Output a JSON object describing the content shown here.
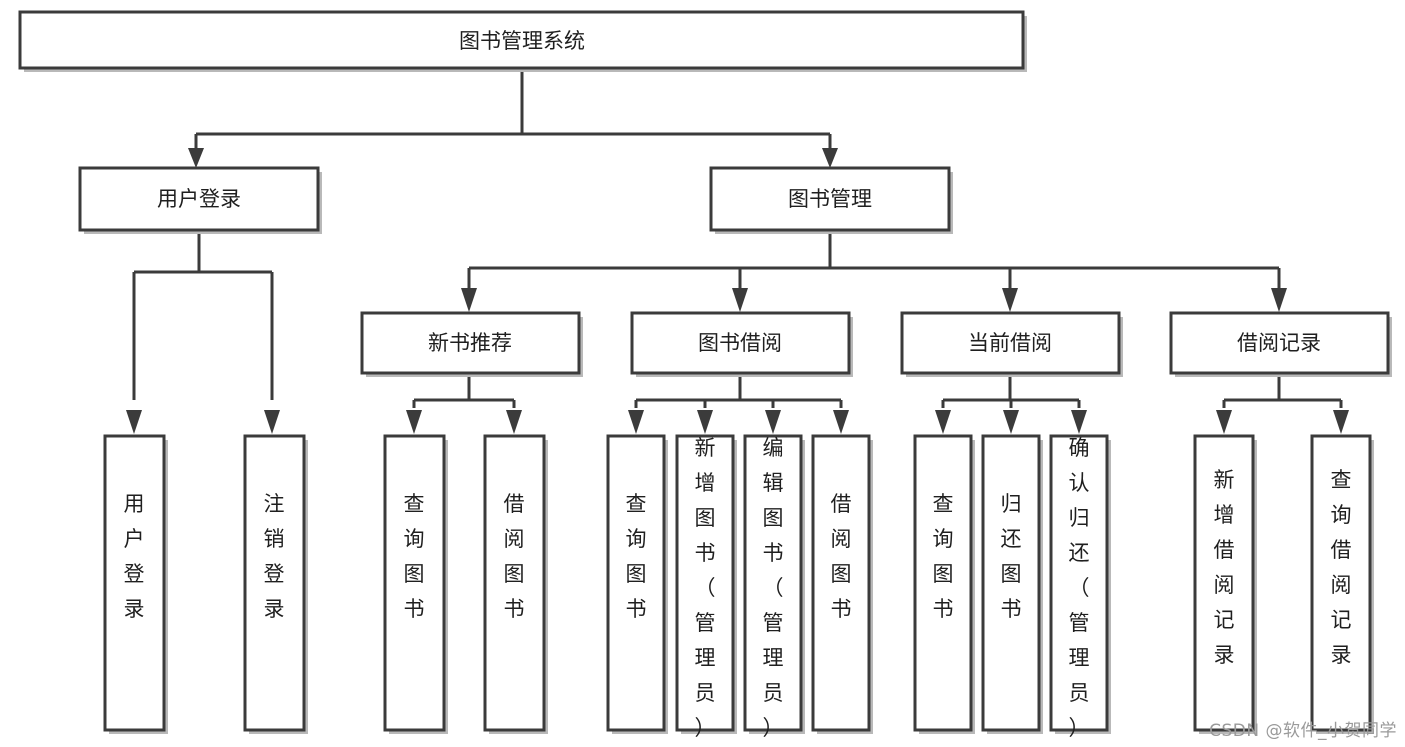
{
  "diagram": {
    "type": "tree-hierarchy",
    "title": "图书管理系统",
    "watermark": "CSDN @软件_小贺同学",
    "colors": {
      "stroke": "#3b3b3b",
      "fill": "#ffffff",
      "text": "#1f1f1f",
      "shadow": "#b9b9b9",
      "watermark": "#9a9a9a"
    },
    "levels": {
      "root": {
        "label": "图书管理系统"
      },
      "level2": [
        {
          "label": "用户登录"
        },
        {
          "label": "图书管理"
        }
      ],
      "level3": [
        {
          "label": "新书推荐"
        },
        {
          "label": "图书借阅"
        },
        {
          "label": "当前借阅"
        },
        {
          "label": "借阅记录"
        }
      ]
    },
    "leaves": {
      "user_login": [
        {
          "label": "用户登录"
        },
        {
          "label": "注销登录"
        }
      ],
      "new_book_recommend": [
        {
          "label": "查询图书"
        },
        {
          "label": "借阅图书"
        }
      ],
      "book_borrow": [
        {
          "label": "查询图书"
        },
        {
          "label": "新增图书（管理员）"
        },
        {
          "label": "编辑图书（管理员）"
        },
        {
          "label": "借阅图书"
        }
      ],
      "current_borrow": [
        {
          "label": "查询图书"
        },
        {
          "label": "归还图书"
        },
        {
          "label": "确认归还（管理员）"
        }
      ],
      "borrow_record": [
        {
          "label": "新增借阅记录"
        },
        {
          "label": "查询借阅记录"
        }
      ]
    }
  }
}
